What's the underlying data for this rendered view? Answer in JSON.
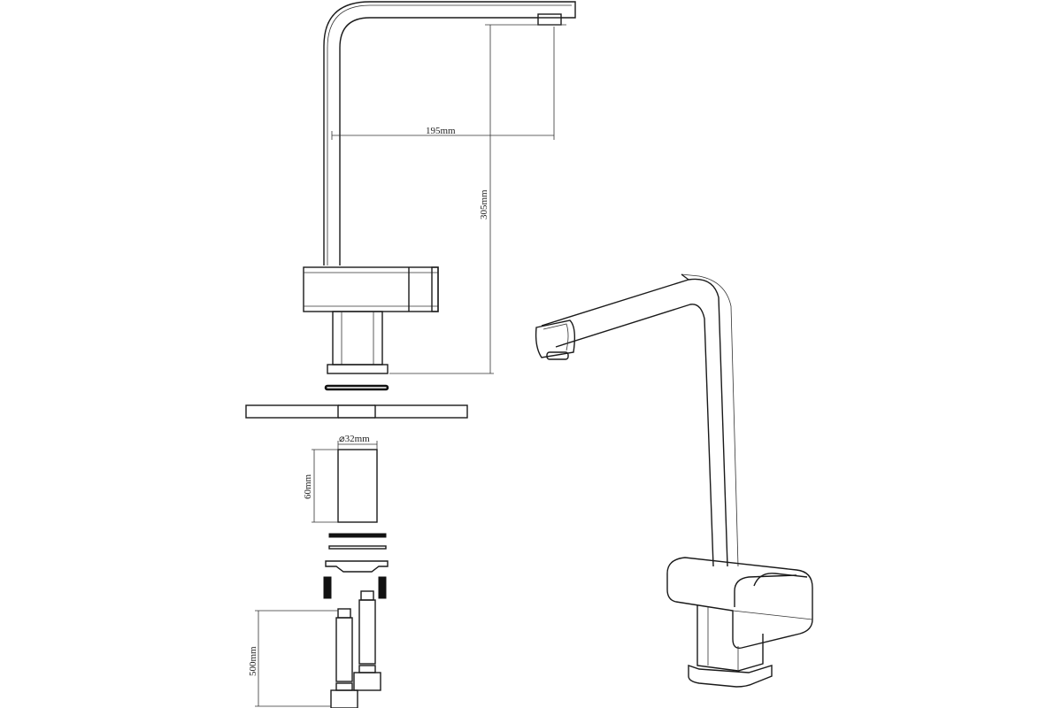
{
  "dimensions": {
    "spout_reach": "195mm",
    "total_height": "305mm",
    "shank_diameter": "⌀32mm",
    "shank_length": "60mm",
    "hose_length": "500mm"
  }
}
